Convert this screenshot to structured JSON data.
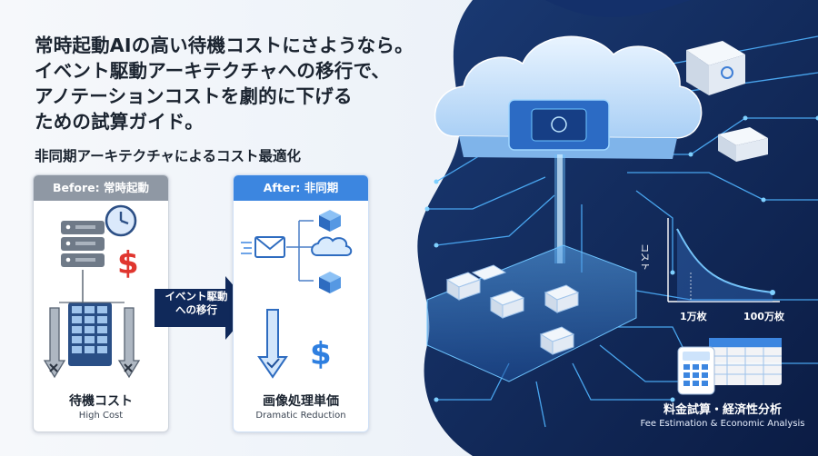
{
  "headline": {
    "line1": "常時起動AIの高い待機コストにさようなら。",
    "line2": "イベント駆動アーキテクチャへの移行で、",
    "line3": "アノテーションコストを劇的に下げる",
    "line4": "ための試算ガイド。"
  },
  "subheading": "非同期アーキテクチャによるコスト最適化",
  "before_card": {
    "header": "Before: 常時起動",
    "title": "待機コスト",
    "subtitle": "High Cost",
    "icons": [
      "server-icon",
      "clock-icon",
      "dollar-icon",
      "grid-table-icon",
      "down-arrow-x-icon"
    ]
  },
  "transition_arrow": {
    "line1": "イベント駆動",
    "line2": "への移行"
  },
  "after_card": {
    "header": "After: 非同期",
    "title": "画像処理単価",
    "subtitle": "Dramatic Reduction",
    "icons": [
      "envelope-icon",
      "cube-icon",
      "cloud-icon",
      "down-arrow-check-icon",
      "dollar-icon"
    ]
  },
  "cost_chart": {
    "y_label": "コスト",
    "x_ticks": [
      "1万枚",
      "100万枚"
    ]
  },
  "fee_analysis": {
    "title": "料金試算・経済性分析",
    "subtitle": "Fee Estimation & Economic Analysis"
  },
  "colors": {
    "navy": "#0c2048",
    "accent_blue": "#3c86e0",
    "dollar_red": "#e0362f",
    "before_gray": "#8f98a4"
  }
}
